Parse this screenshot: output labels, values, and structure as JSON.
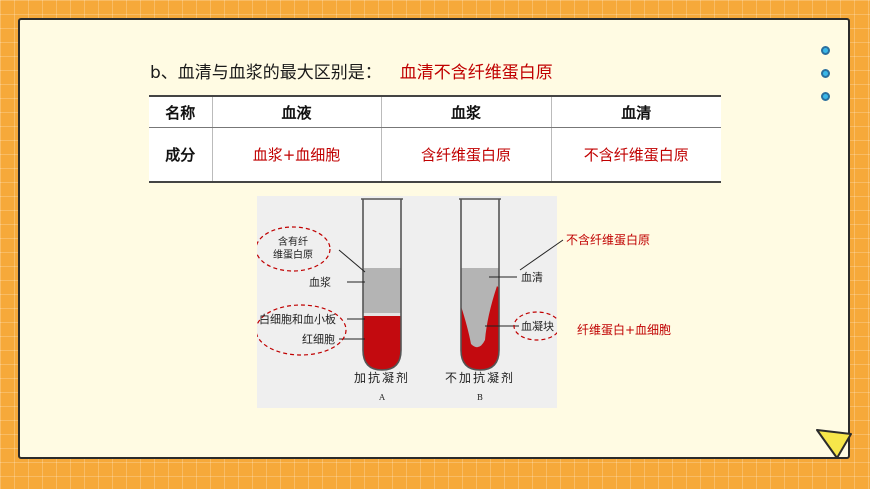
{
  "heading": {
    "prefix": "b、血清与血浆的最大区别是：",
    "answer": "血清不含纤维蛋白原"
  },
  "table": {
    "headers": [
      "名称",
      "血液",
      "血浆",
      "血清"
    ],
    "row_label": "成分",
    "cells": [
      "血浆+血细胞",
      "含纤维蛋白原",
      "不含纤维蛋白原"
    ]
  },
  "figure": {
    "callout_a": "含有纤维蛋白原",
    "label_plasma": "血浆",
    "label_wbc": "白细胞和血小板",
    "label_rbc": "红细胞",
    "caption_a": "加抗凝剂",
    "letter_a": "A",
    "label_serum": "血清",
    "label_clot": "血凝块",
    "caption_b": "不加抗凝剂",
    "letter_b": "B"
  },
  "notes": {
    "serum": "不含纤维蛋白原",
    "clot": "纤维蛋白+血细胞"
  },
  "colors": {
    "accent_red": "#c00000",
    "frame_orange": "#f6a93a",
    "card": "#fffbe3"
  }
}
